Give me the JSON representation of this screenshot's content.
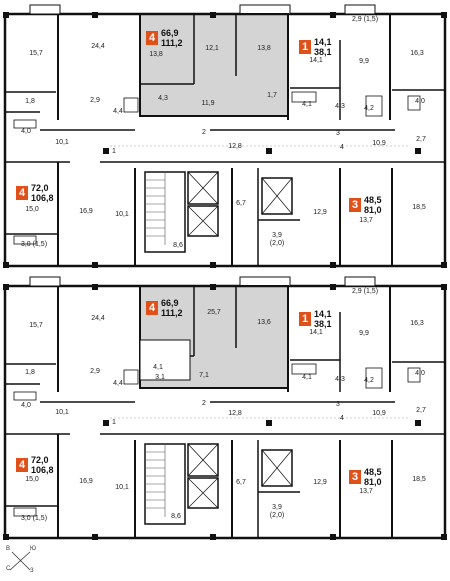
{
  "floors": [
    {
      "badges": [
        {
          "rooms": "4",
          "areas": [
            "66,9",
            "111,2"
          ]
        },
        {
          "rooms": "1",
          "areas": [
            "14,1",
            "38,1"
          ]
        },
        {
          "rooms": "4",
          "areas": [
            "72,0",
            "106,8"
          ]
        },
        {
          "rooms": "3",
          "areas": [
            "48,5",
            "81,0"
          ]
        }
      ],
      "room_labels": [
        "15,7",
        "24,4",
        "13,8",
        "12,1",
        "13,8",
        "14,1",
        "9,9",
        "2,9 (1,5)",
        "16,3",
        "1,8",
        "2,9",
        "4,4",
        "4,3",
        "11,9",
        "1,7",
        "4,1",
        "4,3",
        "4,2",
        "4,0",
        "4,0",
        "2,7",
        "10,1",
        "2",
        "12,8",
        "3",
        "4",
        "10,9",
        "15,0",
        "16,9",
        "10,1",
        "6,7",
        "12,9",
        "13,7",
        "18,5",
        "3,0 (1,5)",
        "8,6",
        "3,9",
        "(2,0)",
        "1"
      ]
    },
    {
      "badges": [
        {
          "rooms": "4",
          "areas": [
            "66,9",
            "111,2"
          ]
        },
        {
          "rooms": "1",
          "areas": [
            "14,1",
            "38,1"
          ]
        },
        {
          "rooms": "4",
          "areas": [
            "72,0",
            "106,8"
          ]
        },
        {
          "rooms": "3",
          "areas": [
            "48,5",
            "81,0"
          ]
        }
      ],
      "room_labels": [
        "15,7",
        "24,4",
        "25,7",
        "13,6",
        "14,1",
        "9,9",
        "2,9 (1,5)",
        "16,3",
        "1,8",
        "2,9",
        "4,4",
        "4,1",
        "3,1",
        "7,1",
        "4,1",
        "4,3",
        "4,2",
        "4,0",
        "4,0",
        "2,7",
        "10,1",
        "2",
        "12,8",
        "3",
        "4",
        "10,9",
        "15,0",
        "16,9",
        "10,1",
        "6,7",
        "12,9",
        "13,7",
        "18,5",
        "3,0 (1,5)",
        "8,6",
        "3,9",
        "(2,0)",
        "1"
      ]
    }
  ],
  "compass": {
    "north": "В",
    "east": "Ю",
    "south": "З",
    "west": "С"
  }
}
